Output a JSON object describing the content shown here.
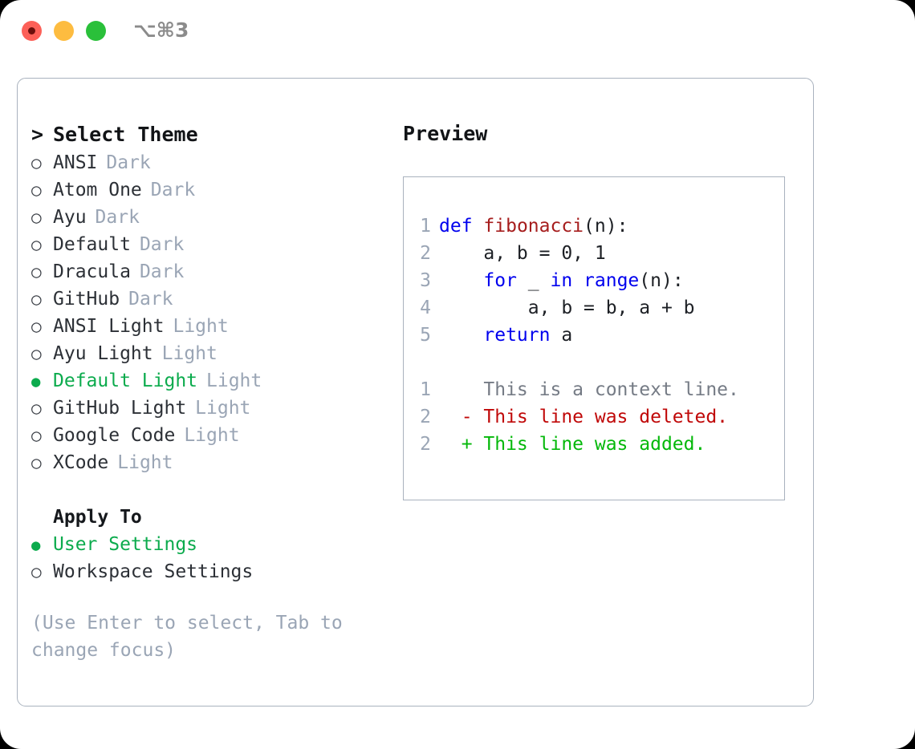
{
  "titlebar": {
    "lights": [
      "close-red",
      "minimize-yellow",
      "maximize-green"
    ],
    "shortcut": "⌥⌘3"
  },
  "theme_picker": {
    "header": {
      "prompt": ">",
      "title": "Select Theme"
    },
    "bullet_unselected": "○",
    "bullet_selected": "●",
    "items": [
      {
        "name": "ANSI",
        "tag": "Dark",
        "selected": false
      },
      {
        "name": "Atom One",
        "tag": "Dark",
        "selected": false
      },
      {
        "name": "Ayu",
        "tag": "Dark",
        "selected": false
      },
      {
        "name": "Default",
        "tag": "Dark",
        "selected": false
      },
      {
        "name": "Dracula",
        "tag": "Dark",
        "selected": false
      },
      {
        "name": "GitHub",
        "tag": "Dark",
        "selected": false
      },
      {
        "name": "ANSI Light",
        "tag": "Light",
        "selected": false
      },
      {
        "name": "Ayu Light",
        "tag": "Light",
        "selected": false
      },
      {
        "name": "Default Light",
        "tag": "Light",
        "selected": true
      },
      {
        "name": "GitHub Light",
        "tag": "Light",
        "selected": false
      },
      {
        "name": "Google Code",
        "tag": "Light",
        "selected": false
      },
      {
        "name": "XCode",
        "tag": "Light",
        "selected": false
      }
    ]
  },
  "apply_to": {
    "title": "Apply To",
    "options": [
      {
        "name": "User Settings",
        "selected": true
      },
      {
        "name": "Workspace Settings",
        "selected": false
      }
    ]
  },
  "hint": "(Use Enter to select, Tab to change focus)",
  "preview": {
    "title": "Preview",
    "code_lines": [
      {
        "no": "1",
        "tokens": [
          {
            "t": "def",
            "c": "kw"
          },
          {
            "t": " ",
            "c": "pl"
          },
          {
            "t": "fibonacci",
            "c": "fn"
          },
          {
            "t": "(n):",
            "c": "pl"
          }
        ]
      },
      {
        "no": "2",
        "tokens": [
          {
            "t": "    a, b = 0, 1",
            "c": "pl"
          }
        ]
      },
      {
        "no": "3",
        "tokens": [
          {
            "t": "    ",
            "c": "pl"
          },
          {
            "t": "for",
            "c": "kw"
          },
          {
            "t": " _ ",
            "c": "pl"
          },
          {
            "t": "in",
            "c": "kw"
          },
          {
            "t": " ",
            "c": "pl"
          },
          {
            "t": "range",
            "c": "kw"
          },
          {
            "t": "(n):",
            "c": "pl"
          }
        ]
      },
      {
        "no": "4",
        "tokens": [
          {
            "t": "        a, b = b, a + b",
            "c": "pl"
          }
        ]
      },
      {
        "no": "5",
        "tokens": [
          {
            "t": "    ",
            "c": "pl"
          },
          {
            "t": "return",
            "c": "kw"
          },
          {
            "t": " a",
            "c": "pl"
          }
        ]
      }
    ],
    "diff_lines": [
      {
        "no": "1",
        "marker": " ",
        "text": "This is a context line.",
        "kind": "d-ctx"
      },
      {
        "no": "2",
        "marker": "-",
        "text": "This line was deleted.",
        "kind": "d-del"
      },
      {
        "no": "2",
        "marker": "+",
        "text": "This line was added.",
        "kind": "d-add"
      }
    ]
  },
  "colors": {
    "accent_green": "#0cab4d",
    "diff_add": "#04b80a",
    "diff_delete": "#c00808",
    "keyword_blue": "#0000ee",
    "function_red": "#a61d1d",
    "muted": "#9aa5b5",
    "border": "#a9b2be"
  }
}
